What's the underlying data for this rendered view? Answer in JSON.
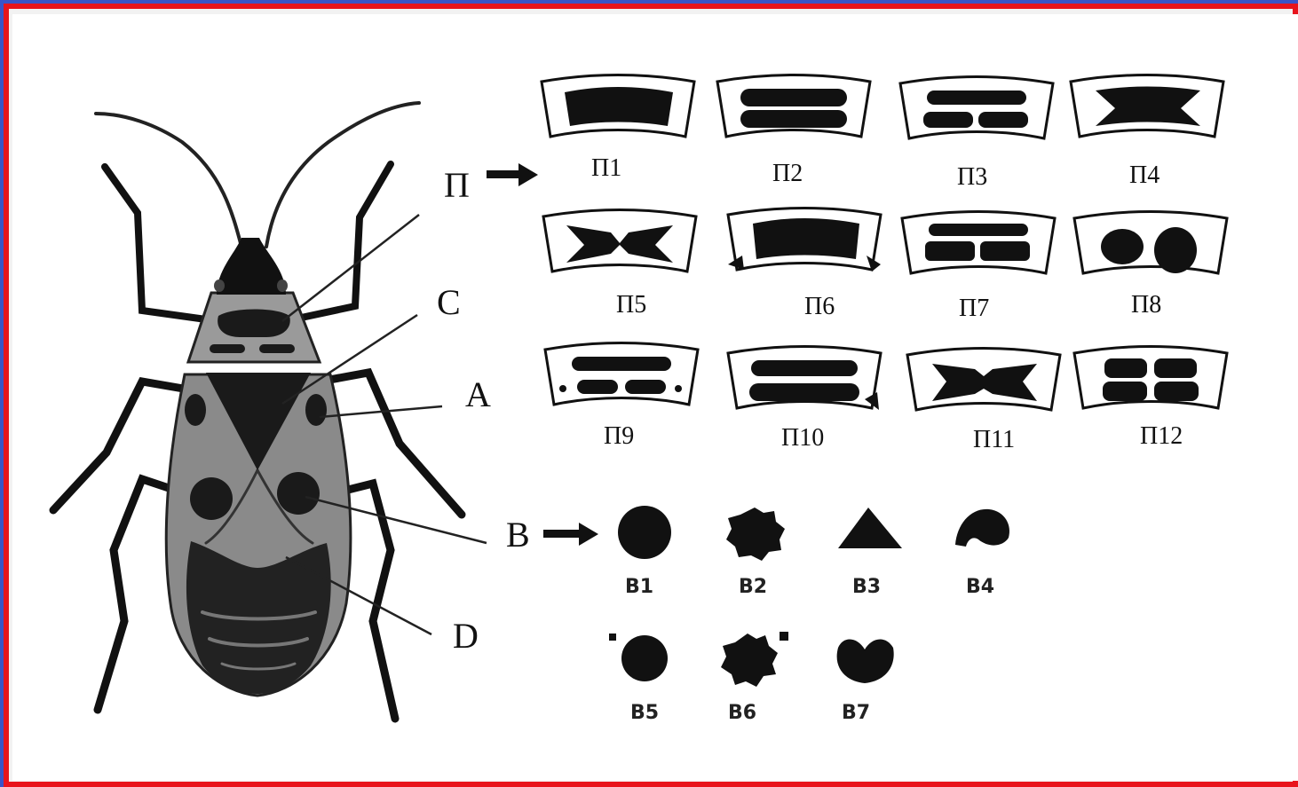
{
  "part_labels": [
    "П",
    "C",
    "A",
    "B",
    "D"
  ],
  "pronotum_patterns": [
    "П1",
    "П2",
    "П3",
    "П4",
    "П5",
    "П6",
    "П7",
    "П8",
    "П9",
    "П10",
    "П11",
    "П12"
  ],
  "spot_patterns": [
    "B1",
    "B2",
    "B3",
    "B4",
    "B5",
    "B6",
    "B7"
  ],
  "colors": {
    "border": "#e8141c",
    "outer": "#3a54c8",
    "ink": "#111111",
    "body_grey": "#8a8a8a"
  }
}
